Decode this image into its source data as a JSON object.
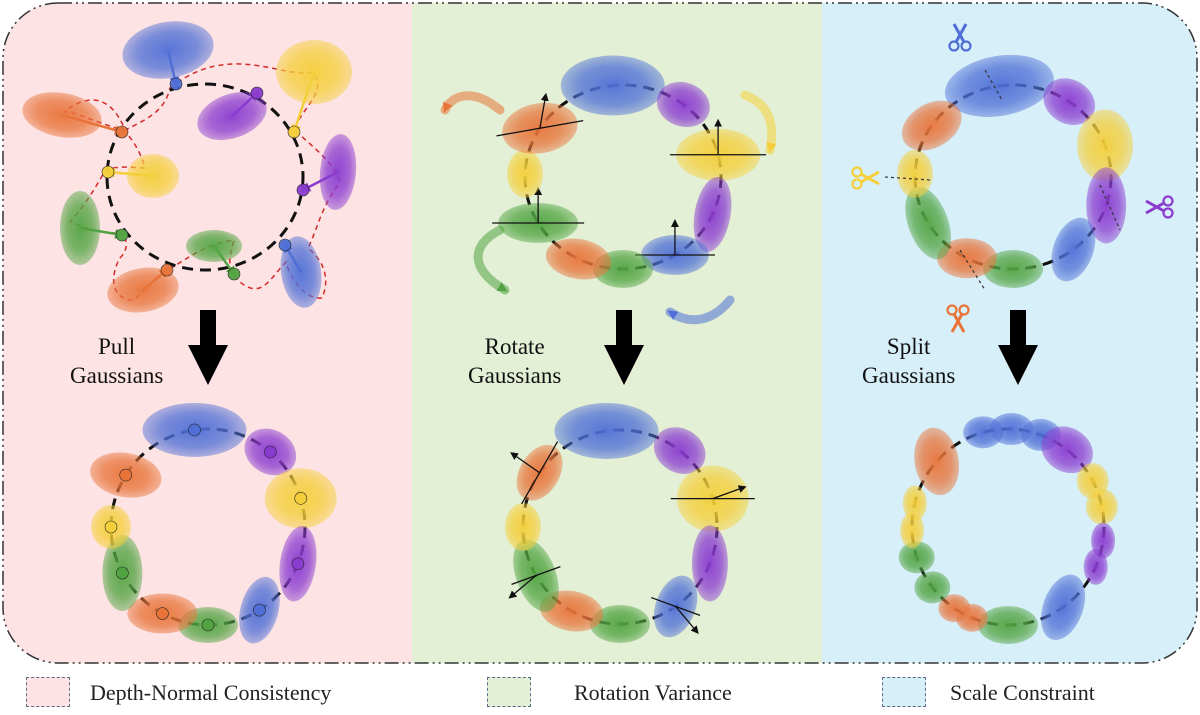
{
  "panels": [
    {
      "id": "pull",
      "label_line1": "Pull",
      "label_line2": "Gaussians",
      "fill": "#fde3e3"
    },
    {
      "id": "rotate",
      "label_line1": "Rotate",
      "label_line2": "Gaussians",
      "fill": "#e3f0d6"
    },
    {
      "id": "split",
      "label_line1": "Split",
      "label_line2": "Gaussians",
      "fill": "#d7eff9"
    }
  ],
  "legend": [
    {
      "label": "Depth-Normal Consistency",
      "color": "#fde3e3"
    },
    {
      "label": "Rotation Variance",
      "color": "#e3f0d6"
    },
    {
      "label": "Scale Constraint",
      "color": "#d7eff9"
    }
  ],
  "colors": {
    "blue": "#4f6fd6",
    "purple": "#8a3bd0",
    "yellow": "#f5cf3a",
    "orange": "#e8743a",
    "green": "#52a442",
    "curve": "#111111",
    "link": "#d42a2a"
  },
  "icons": {
    "arrow": "down-arrow-icon",
    "scissors": "scissors-icon"
  }
}
